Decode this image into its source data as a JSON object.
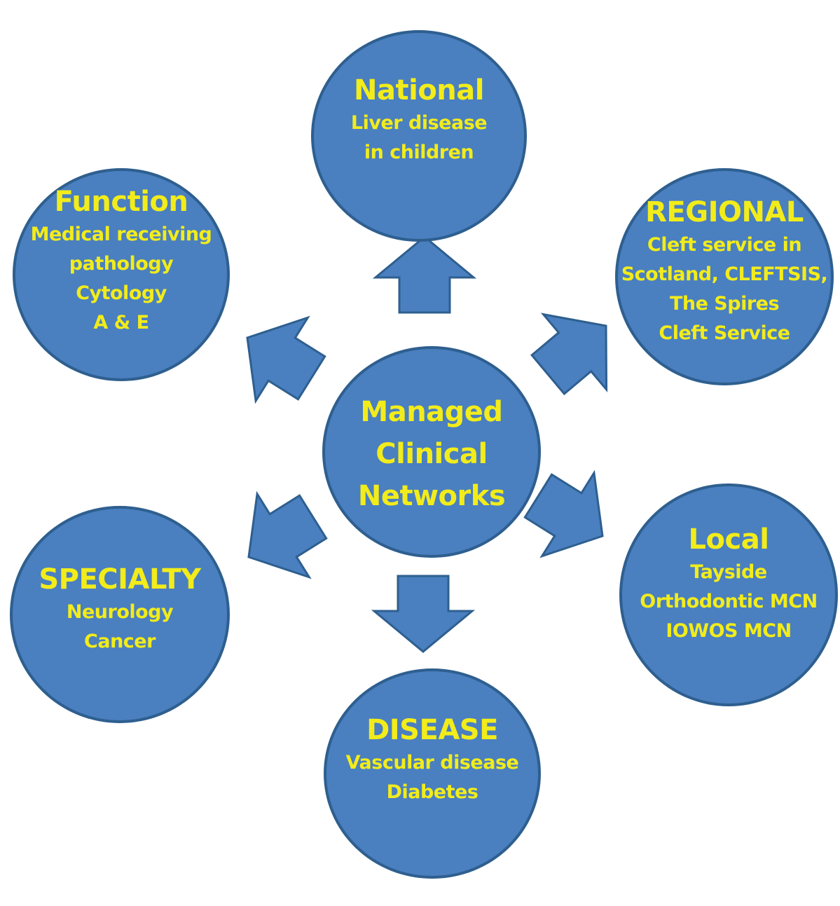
{
  "colors": {
    "circle_fill": "#4a7fc0",
    "circle_border": "#2e5f8f",
    "text": "#f2ec1a",
    "arrow_fill": "#4a7fc0",
    "arrow_border": "#2e5f8f"
  },
  "center": {
    "lines": [
      "Managed",
      "Clinical",
      "Networks"
    ]
  },
  "nodes": {
    "national": {
      "title": "National",
      "lines": [
        "Liver disease",
        "in children"
      ]
    },
    "function": {
      "title": "Function",
      "lines": [
        "Medical receiving",
        "pathology",
        "Cytology",
        "A & E"
      ]
    },
    "regional": {
      "title": "REGIONAL",
      "lines": [
        "Cleft service in",
        "Scotland, CLEFTSIS,",
        "The Spires",
        "Cleft Service"
      ]
    },
    "specialty": {
      "title": "SPECIALTY",
      "lines": [
        "Neurology",
        "Cancer"
      ]
    },
    "local": {
      "title": "Local",
      "lines": [
        "Tayside",
        "Orthodontic MCN",
        "IOWOS MCN"
      ]
    },
    "disease": {
      "title": "DISEASE",
      "lines": [
        "Vascular disease",
        "Diabetes"
      ]
    }
  }
}
